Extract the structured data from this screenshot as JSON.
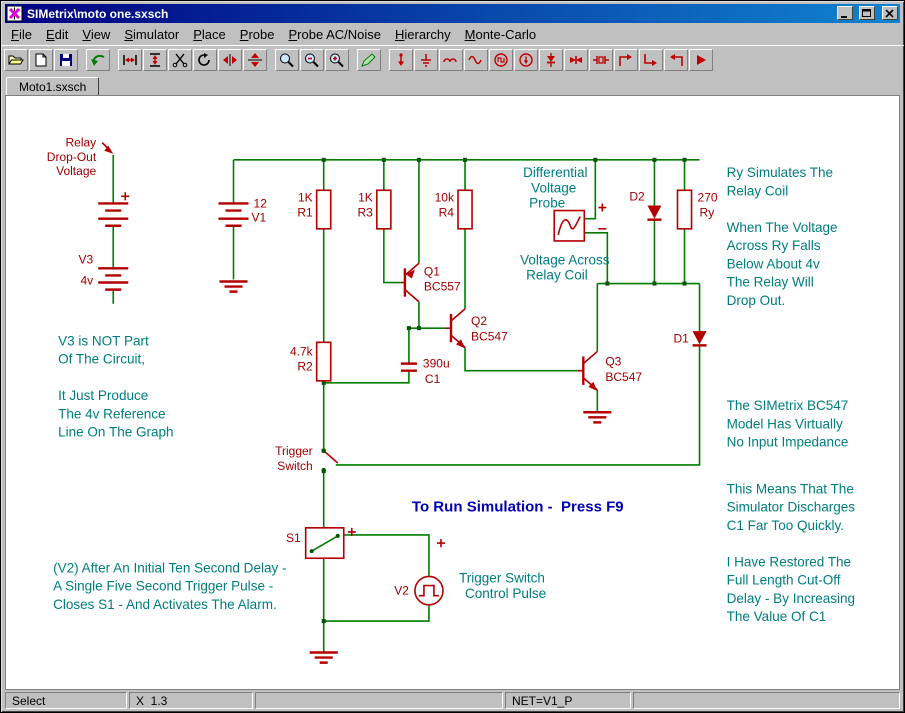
{
  "window": {
    "title": "SIMetrix\\moto one.sxsch"
  },
  "menu": {
    "items": [
      "File",
      "Edit",
      "View",
      "Simulator",
      "Place",
      "Probe",
      "Probe AC/Noise",
      "Hierarchy",
      "Monte-Carlo"
    ]
  },
  "toolbar": {
    "buttons": [
      "open",
      "new",
      "save",
      "undo",
      "fit-width",
      "fit-height",
      "cut",
      "rotate",
      "flip-horizontal",
      "flip-vertical",
      "zoom-area",
      "zoom-out",
      "zoom-in",
      "wire",
      "voltage-probe",
      "ground",
      "inductor",
      "sine-source",
      "clock-source",
      "current-source",
      "diode",
      "diode-pair",
      "crystal",
      "probe-top-left",
      "probe-bottom-left",
      "probe-top-right",
      "run"
    ]
  },
  "tabs": [
    {
      "label": "Moto1.sxsch"
    }
  ],
  "schematic": {
    "run_hint": "To Run Simulation -  Press F9",
    "v3": {
      "marker": [
        "Relay",
        "Drop-Out",
        "Voltage"
      ],
      "name": "V3",
      "value": "4v"
    },
    "v1": {
      "value": "12",
      "name": "V1"
    },
    "r1": {
      "value": "1K",
      "name": "R1"
    },
    "r2": {
      "value": "4.7k",
      "name": "R2"
    },
    "r3": {
      "value": "1K",
      "name": "R3"
    },
    "r4": {
      "value": "10k",
      "name": "R4"
    },
    "ry": {
      "value": "270",
      "name": "Ry"
    },
    "c1": {
      "value": "390u",
      "name": "C1"
    },
    "q1": {
      "name": "Q1",
      "model": "BC557"
    },
    "q2": {
      "name": "Q2",
      "model": "BC547"
    },
    "q3": {
      "name": "Q3",
      "model": "BC547"
    },
    "d1": {
      "name": "D1"
    },
    "d2": {
      "name": "D2"
    },
    "s1": {
      "name": "S1"
    },
    "v2": {
      "name": "V2"
    },
    "probe": {
      "title": [
        "Differential",
        "Voltage",
        "Probe"
      ],
      "caption": [
        "Voltage Across",
        "Relay Coil"
      ]
    },
    "trigger": [
      "Trigger",
      "Switch"
    ],
    "v2_caption": [
      "Trigger Switch",
      "Control Pulse"
    ],
    "annotations": {
      "left": [
        [
          "V3 is NOT Part",
          "Of The Circuit,"
        ],
        [
          "It Just Produce",
          "The 4v Reference",
          "Line On The Graph"
        ],
        [
          "(V2) After An Initial Ten Second Delay -",
          "A Single Five Second Trigger Pulse -",
          "Closes S1 - And Activates The Alarm."
        ]
      ],
      "right": [
        [
          "Ry Simulates The",
          "Relay Coil"
        ],
        [
          "When The Voltage",
          "Across Ry Falls",
          "Below  About 4v",
          "The Relay Will",
          "Drop Out."
        ],
        [
          "The SIMetrix BC547",
          "Model Has Virtually",
          "No Input Impedance"
        ],
        [
          "This Means That The",
          "Simulator Discharges",
          "C1 Far Too Quickly."
        ],
        [
          "I Have Restored The",
          "Full Length Cut-Off",
          "Delay - By Increasing",
          "The Value Of C1"
        ]
      ]
    }
  },
  "status": {
    "mode": "Select",
    "zoom": "X  1.3",
    "net": "NET=V1_P"
  },
  "colors": {
    "titlebar": "#000080",
    "wire": "#007d00",
    "component": "#b40000",
    "annotation": "#007d7d",
    "hint": "#0000b4"
  }
}
